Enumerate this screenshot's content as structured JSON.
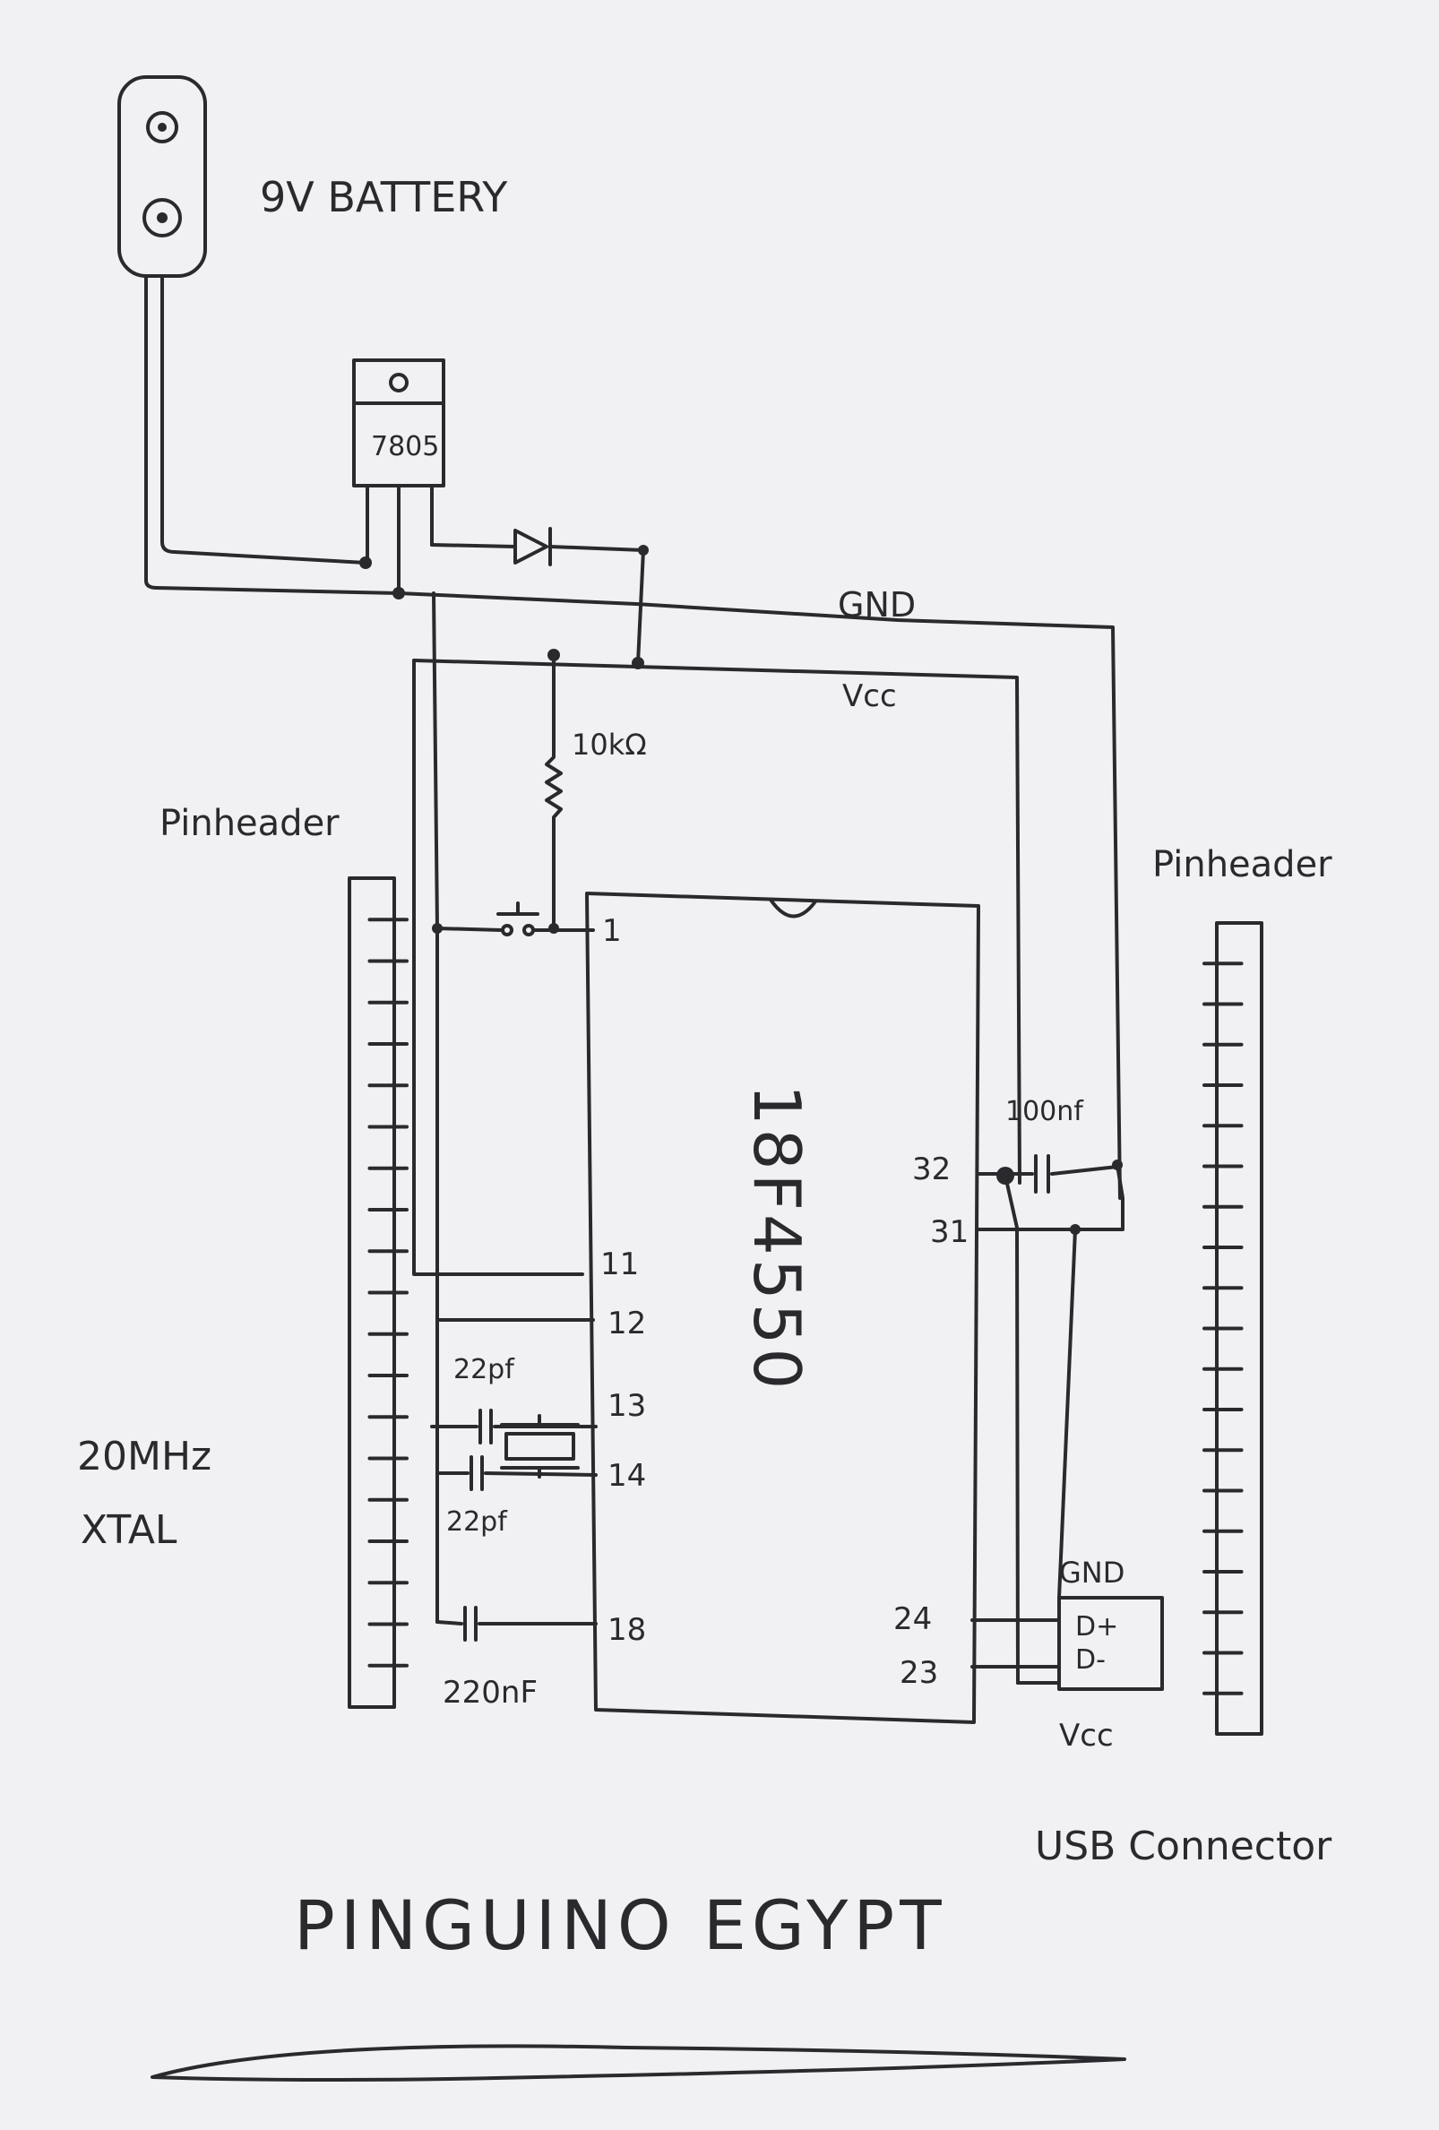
{
  "labels": {
    "battery": "9V BATTERY",
    "regulator": "7805",
    "gnd_top": "GND",
    "vcc_top": "Vcc",
    "resistor": "10kΩ",
    "pin_header_left": "Pinheader",
    "pin_header_right": "Pinheader",
    "chip": "18F4550",
    "cap_decoupling": "100nf",
    "cap_xtal_1": "22pf",
    "cap_xtal_2": "22pf",
    "cap_vusb": "220nF",
    "crystal": "20MHz\nXTAL",
    "usb_gnd": "GND",
    "usb_dplus": "D+",
    "usb_dminus": "D-",
    "usb_vcc": "Vcc",
    "usb_connector": "USB Connector",
    "footer": "PINGUINO  EGYPT"
  },
  "pins": {
    "p1": "1",
    "p11": "11",
    "p12": "12",
    "p13": "13",
    "p14": "14",
    "p18": "18",
    "p24": "24",
    "p23": "23",
    "p32": "32",
    "p31": "31"
  },
  "colors": {
    "ink": "#2a2a2e",
    "paper": "#f1f1f3"
  }
}
